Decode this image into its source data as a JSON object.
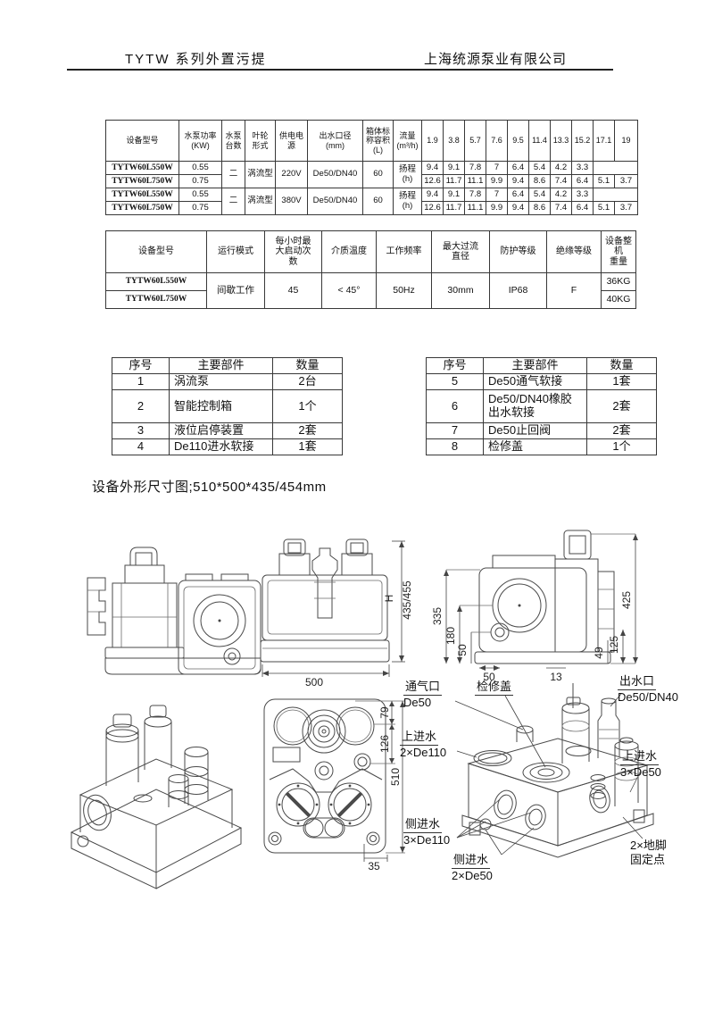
{
  "header": {
    "doc_title": "TYTW 系列外置污提",
    "company": "上海统源泵业有限公司"
  },
  "spec_table1": {
    "col_headers": {
      "model": "设备型号",
      "power": "水泵功率\n(KW)",
      "pump_count": "水泵\n台数",
      "impeller": "叶轮\n形式",
      "supply": "供电电\n源",
      "outlet": "出水口径\n(mm)",
      "tank_volume": "箱体标\n称容积\n(L)",
      "flow": "流量\n(m³/h)"
    },
    "flow_cols": [
      "1.9",
      "3.8",
      "5.7",
      "7.6",
      "9.5",
      "11.4",
      "13.3",
      "15.2",
      "17.1",
      "19"
    ],
    "head_label": "扬程\n(h)",
    "groups": [
      {
        "pump_count": "二",
        "impeller": "涡流型",
        "supply": "220V",
        "outlet": "De50/DN40",
        "tank_volume": "60",
        "rows": [
          {
            "model": "TYTW60L550W",
            "power": "0.55",
            "head": [
              "9.4",
              "9.1",
              "7.8",
              "7",
              "6.4",
              "5.4",
              "4.2",
              "3.3"
            ]
          },
          {
            "model": "TYTW60L750W",
            "power": "0.75",
            "head": [
              "12.6",
              "11.7",
              "11.1",
              "9.9",
              "9.4",
              "8.6",
              "7.4",
              "6.4",
              "5.1",
              "3.7"
            ]
          }
        ]
      },
      {
        "pump_count": "二",
        "impeller": "涡流型",
        "supply": "380V",
        "outlet": "De50/DN40",
        "tank_volume": "60",
        "rows": [
          {
            "model": "TYTW60L550W",
            "power": "0.55",
            "head": [
              "9.4",
              "9.1",
              "7.8",
              "7",
              "6.4",
              "5.4",
              "4.2",
              "3.3"
            ]
          },
          {
            "model": "TYTW60L750W",
            "power": "0.75",
            "head": [
              "12.6",
              "11.7",
              "11.1",
              "9.9",
              "9.4",
              "8.6",
              "7.4",
              "6.4",
              "5.1",
              "3.7"
            ]
          }
        ]
      }
    ]
  },
  "spec_table2": {
    "col_headers": [
      "设备型号",
      "运行模式",
      "每小时最\n大启动次\n数",
      "介质温度",
      "工作频率",
      "最大过流\n直径",
      "防护等级",
      "绝缘等级",
      "设备整机\n重量"
    ],
    "models": [
      "TYTW60L550W",
      "TYTW60L750W"
    ],
    "shared": {
      "mode": "间歇工作",
      "max_starts": "45",
      "medium_temp": "< 45°",
      "frequency": "50Hz",
      "max_passage": "30mm",
      "protection": "IP68",
      "insulation": "F"
    },
    "weights": [
      "36KG",
      "40KG"
    ]
  },
  "parts_left": {
    "headers": [
      "序号",
      "主要部件",
      "数量"
    ],
    "rows": [
      {
        "no": "1",
        "part": "涡流泵",
        "qty": "2台"
      },
      {
        "no": "2",
        "part": "智能控制箱",
        "qty": "1个"
      },
      {
        "no": "3",
        "part": "液位启停装置",
        "qty": "2套"
      },
      {
        "no": "4",
        "part": "De110进水软接",
        "qty": "1套"
      }
    ]
  },
  "parts_right": {
    "headers": [
      "序号",
      "主要部件",
      "数量"
    ],
    "rows": [
      {
        "no": "5",
        "part": "De50通气软接",
        "qty": "1套"
      },
      {
        "no": "6",
        "part": "De50/DN40橡胶\n出水软接",
        "qty": "2套"
      },
      {
        "no": "7",
        "part": "De50止回阀",
        "qty": "2套"
      },
      {
        "no": "8",
        "part": "检修盖",
        "qty": "1个"
      }
    ]
  },
  "dimension_note": "设备外形尺寸图;510*500*435/454mm",
  "drawings": {
    "front_view": {
      "width_dim": "500",
      "height_letter": "H",
      "height_dim": "435/455"
    },
    "side_view": {
      "dim_335": "335",
      "dim_180": "180",
      "dim_50_left": "50",
      "dim_50_bottom": "50",
      "dim_13": "13",
      "dim_425": "425",
      "dim_125": "125",
      "dim_49": "49"
    },
    "top_view": {
      "dim_79": "79",
      "dim_126": "126",
      "dim_510": "510",
      "dim_35": "35"
    },
    "callouts": {
      "vent": {
        "line1": "通气口",
        "line2": "De50"
      },
      "access_cover": {
        "line1": "检修盖"
      },
      "outlet": {
        "line1": "出水口",
        "line2": "De50/DN40"
      },
      "top_inlet_left": {
        "line1": "上进水",
        "line2": "2×De110"
      },
      "top_inlet_right": {
        "line1": "上进水",
        "line2": "3×De50"
      },
      "side_inlet_left": {
        "line1": "侧进水",
        "line2": "3×De110"
      },
      "side_inlet_bottom": {
        "line1": "侧进水",
        "line2": "2×De50"
      },
      "anchor": {
        "line1": "2×地脚",
        "line2": "固定点"
      }
    }
  }
}
